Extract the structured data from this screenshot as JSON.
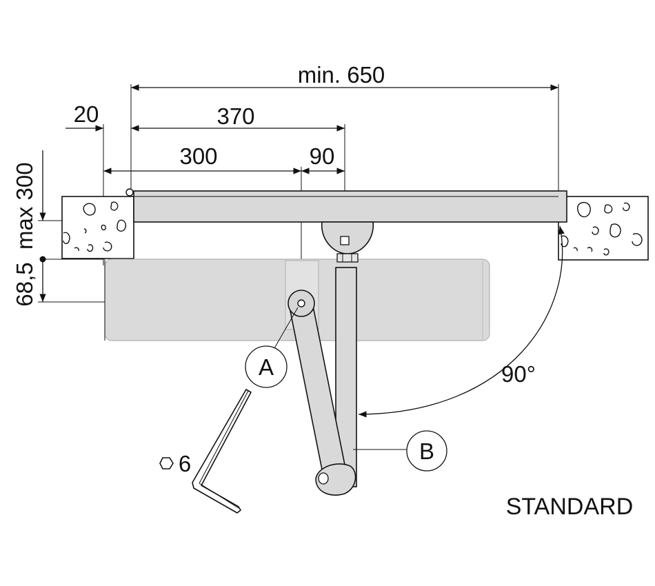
{
  "dimensions": {
    "min_width": "min. 650",
    "offset_20": "20",
    "dist_370": "370",
    "dist_300": "300",
    "dist_90": "90",
    "vertical": "68,5  max 300"
  },
  "labels": {
    "callout_a": "A",
    "callout_b": "B",
    "angle": "90°",
    "hex_key": "6",
    "variant": "STANDARD"
  },
  "colors": {
    "part_fill": "#d9d9d9",
    "line": "#111111"
  }
}
